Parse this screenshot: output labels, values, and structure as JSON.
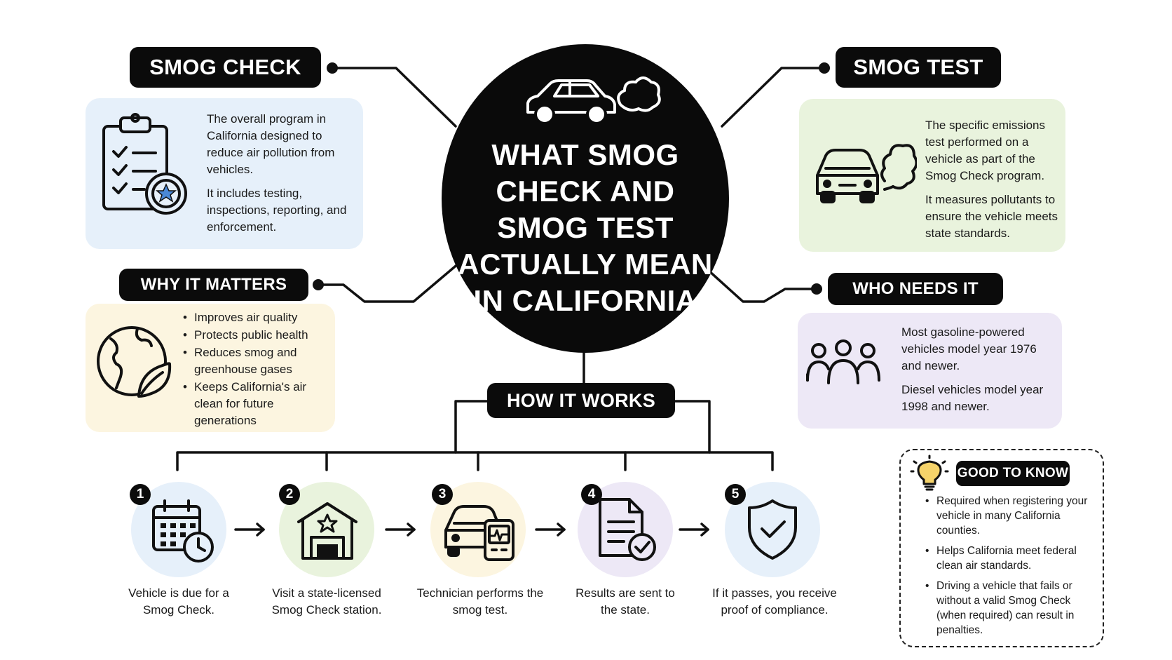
{
  "title": "WHAT SMOG CHECK AND SMOG TEST ACTUALLY MEAN IN CALIFORNIA",
  "sections": {
    "smog_check": {
      "heading": "SMOG CHECK",
      "paragraphs": [
        "The overall program in California designed to reduce air pollution from vehicles.",
        "It includes testing, inspections, reporting, and enforcement."
      ],
      "icon": "clipboard-checklist-icon",
      "color": "#e6f0fa"
    },
    "smog_test": {
      "heading": "SMOG TEST",
      "paragraphs": [
        "The specific emissions test performed on a vehicle as part of the Smog Check program.",
        "It measures pollutants to ensure the vehicle meets state standards."
      ],
      "icon": "car-exhaust-icon",
      "color": "#e9f3dd"
    },
    "why_it_matters": {
      "heading": "WHY IT MATTERS",
      "bullets": [
        "Improves air quality",
        "Protects public health",
        "Reduces smog and greenhouse gases",
        "Keeps California's air clean for future generations"
      ],
      "icon": "globe-leaf-icon",
      "color": "#fcf5e0"
    },
    "who_needs_it": {
      "heading": "WHO NEEDS IT",
      "paragraphs": [
        "Most gasoline-powered vehicles model year 1976 and newer.",
        "Diesel vehicles model year 1998 and newer."
      ],
      "icon": "people-group-icon",
      "color": "#ede8f6"
    },
    "how_it_works": {
      "heading": "HOW IT WORKS",
      "steps": [
        {
          "number": "1",
          "label": "Vehicle is due for a Smog Check.",
          "icon": "calendar-clock-icon",
          "color": "#e6f0fa"
        },
        {
          "number": "2",
          "label": "Visit a state-licensed Smog Check station.",
          "icon": "garage-station-icon",
          "color": "#e9f3dd"
        },
        {
          "number": "3",
          "label": "Technician performs the smog test.",
          "icon": "car-tester-icon",
          "color": "#fcf5e0"
        },
        {
          "number": "4",
          "label": "Results are sent to the state.",
          "icon": "document-check-icon",
          "color": "#ede8f6"
        },
        {
          "number": "5",
          "label": "If it passes, you receive proof of compliance.",
          "icon": "shield-check-icon",
          "color": "#e6f0fa"
        }
      ]
    },
    "good_to_know": {
      "heading": "GOOD TO KNOW",
      "bullets": [
        "Required when registering your vehicle in many California counties.",
        "Helps California meet federal clean air standards.",
        "Driving a vehicle that fails or without a valid Smog Check (when required) can result in penalties."
      ],
      "icon": "lightbulb-icon"
    }
  }
}
